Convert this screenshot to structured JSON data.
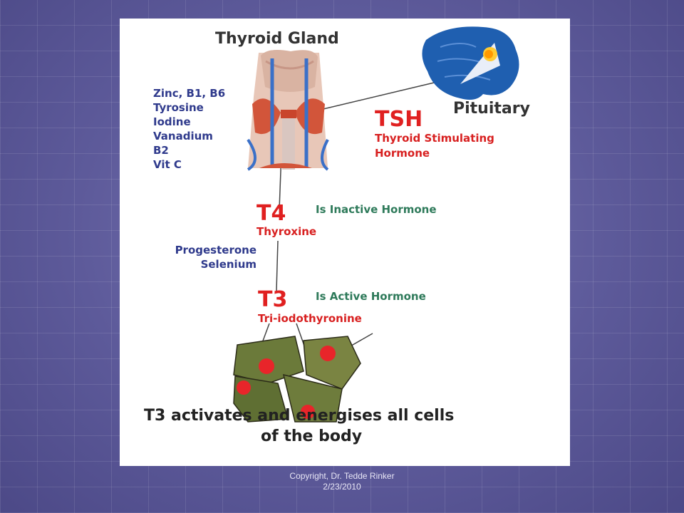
{
  "diagram": {
    "title": "Thyroid Gland",
    "nutrients": [
      "Zinc, B1, B6",
      "Tyrosine",
      "Iodine",
      "Vanadium",
      "B2",
      "Vit C"
    ],
    "tsh": {
      "label": "TSH",
      "line1": "Thyroid Stimulating",
      "line2": "Hormone"
    },
    "pituitary": "Pituitary",
    "t4": {
      "label": "T4",
      "name": "Thyroxine",
      "note": "Is Inactive Hormone"
    },
    "cofactors": [
      "Progesterone",
      "Selenium"
    ],
    "t3": {
      "label": "T3",
      "name": "Tri-iodothyronine",
      "note": "Is Active Hormone"
    },
    "conclusion": {
      "line1": "T3 activates and energises all cells",
      "line2": "of the body"
    }
  },
  "footer": {
    "line1": "Copyright, Dr. Tedde Rinker",
    "line2": "2/23/2010"
  },
  "colors": {
    "red": "#e02020",
    "blue_text": "#2f3a8c",
    "green_text": "#2e7a5a",
    "brain": "#1f5fb0"
  }
}
